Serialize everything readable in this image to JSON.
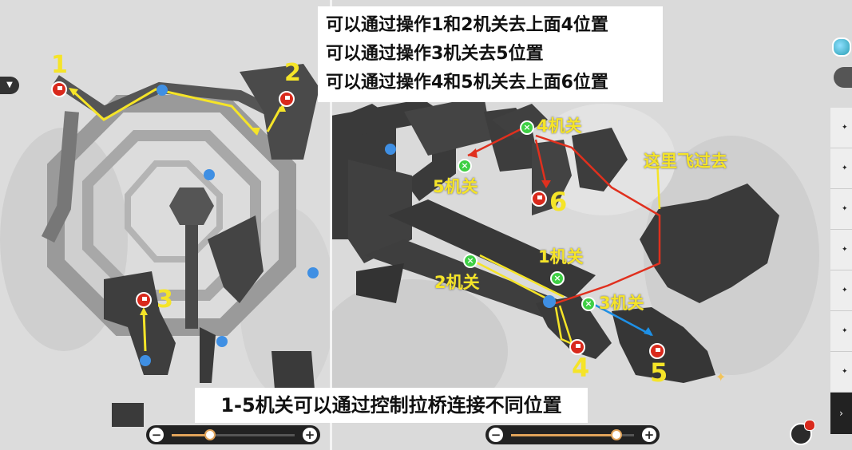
{
  "notes": {
    "top_lines": [
      "可以通过操作1和2机关去上面4位置",
      "可以通过操作3机关去5位置",
      "可以通过操作4和5机关去上面6位置"
    ],
    "bottom": "1-5机关可以通过控制拉桥连接不同位置"
  },
  "left_map": {
    "markers": {
      "m1": "1",
      "m2": "2",
      "m3": "3"
    }
  },
  "right_map": {
    "markers": {
      "m4": "4",
      "m5": "5",
      "m6": "6"
    },
    "labels": {
      "lever1": "1机关",
      "lever2": "2机关",
      "lever3": "3机关",
      "lever4": "4机关",
      "lever5": "5机关",
      "fly": "这里飞过去"
    }
  },
  "zoom": {
    "left_level": 0.31,
    "right_level": 0.86,
    "minus": "−",
    "plus": "+"
  },
  "colors": {
    "arrow_yellow": "#f5e428",
    "arrow_red": "#e0301e",
    "arrow_blue": "#1e90e6",
    "lever_green": "#3fcf45"
  }
}
